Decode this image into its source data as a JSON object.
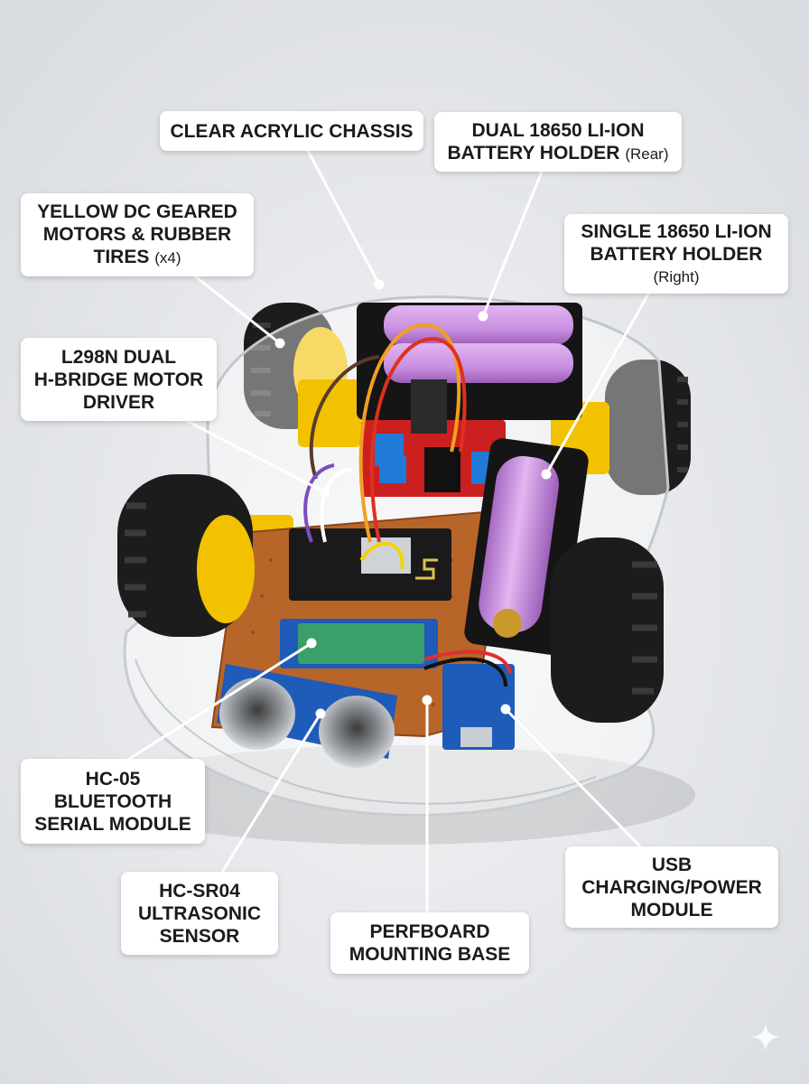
{
  "labels": {
    "chassis": {
      "line1": "CLEAR ACRYLIC CHASSIS"
    },
    "dual_battery": {
      "line1": "DUAL 18650 LI-ION",
      "line2": "BATTERY HOLDER",
      "note": "(Rear)"
    },
    "motors": {
      "line1": "YELLOW DC GEARED",
      "line2": "MOTORS & RUBBER",
      "line3": "TIRES",
      "note": "(x4)"
    },
    "single_battery": {
      "line1": "SINGLE 18650 LI-ION",
      "line2": "BATTERY HOLDER",
      "note": "(Right)"
    },
    "motor_driver": {
      "line1": "L298N DUAL",
      "line2": "H-BRIDGE MOTOR",
      "line3": "DRIVER"
    },
    "bluetooth": {
      "line1": "HC-05",
      "line2": "BLUETOOTH",
      "line3": "SERIAL MODULE"
    },
    "ultrasonic": {
      "line1": "HC-SR04",
      "line2": "ULTRASONIC",
      "line3": "SENSOR"
    },
    "perfboard": {
      "line1": "PERFBOARD",
      "line2": "MOUNTING BASE"
    },
    "usb": {
      "line1": "USB",
      "line2": "CHARGING/POWER",
      "line3": "MODULE"
    }
  },
  "colors": {
    "background": "#e9ebee",
    "battery": "#c98fe0",
    "motor": "#f2c200",
    "tire": "#1c1c1c",
    "pcb_red": "#cc1f1f",
    "perfboard": "#b8652a",
    "module_blue": "#1f5bb8",
    "bluetooth_green": "#3aa06a"
  },
  "icons": {
    "corner": "sparkle-icon"
  }
}
